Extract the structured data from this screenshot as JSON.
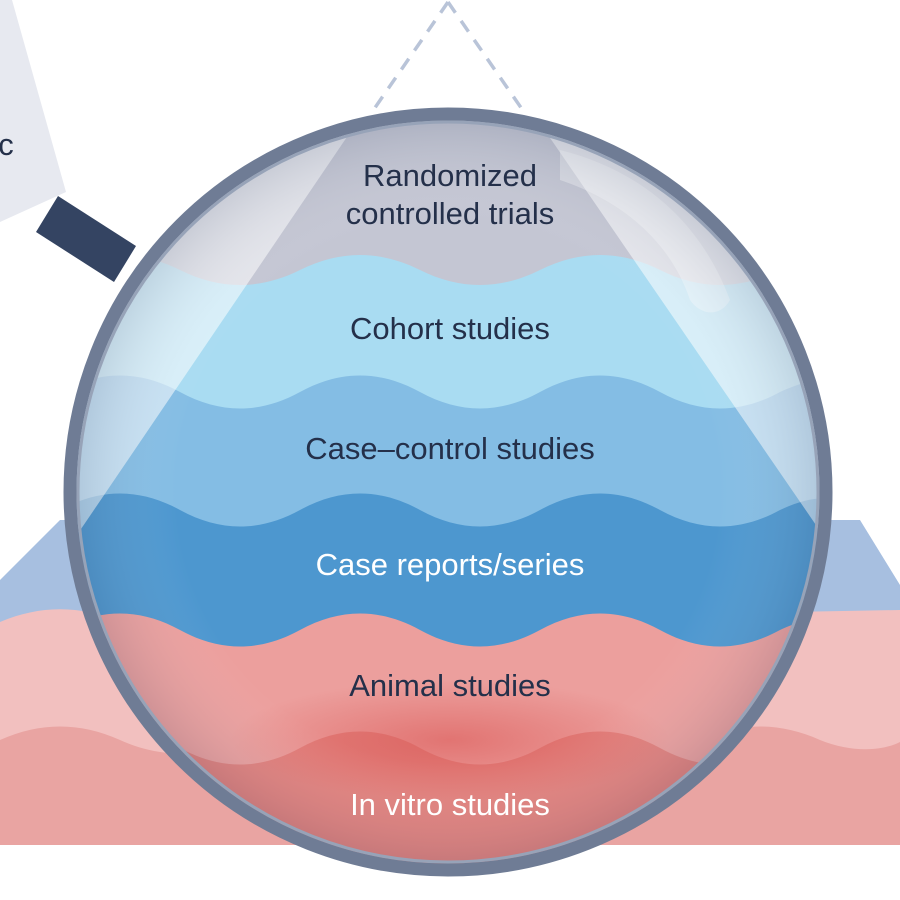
{
  "diagram": {
    "left_partial_label": "c",
    "tiers": [
      {
        "lines": [
          "Randomized",
          "controlled trials"
        ],
        "color": "#c4c6d3"
      },
      {
        "lines": [
          "Cohort studies"
        ],
        "color": "#a9dcf2"
      },
      {
        "lines": [
          "Case–control studies"
        ],
        "color": "#84bde4"
      },
      {
        "lines": [
          "Case reports/series"
        ],
        "color": "#4d97cf"
      },
      {
        "lines": [
          "Animal studies"
        ],
        "color": "#ec9f9d"
      },
      {
        "lines": [
          "In vitro studies"
        ],
        "color": "#e2807c"
      }
    ],
    "colors": {
      "lens_rim": "#6f7c95",
      "lens_rim_inner": "#97a3b8",
      "handle": "#344462",
      "outer_blue": "#a7bfe0",
      "outer_pink_light": "#f2c0bf",
      "outer_pink": "#e9a4a2",
      "dashed_outline": "#b9c4d8"
    }
  }
}
